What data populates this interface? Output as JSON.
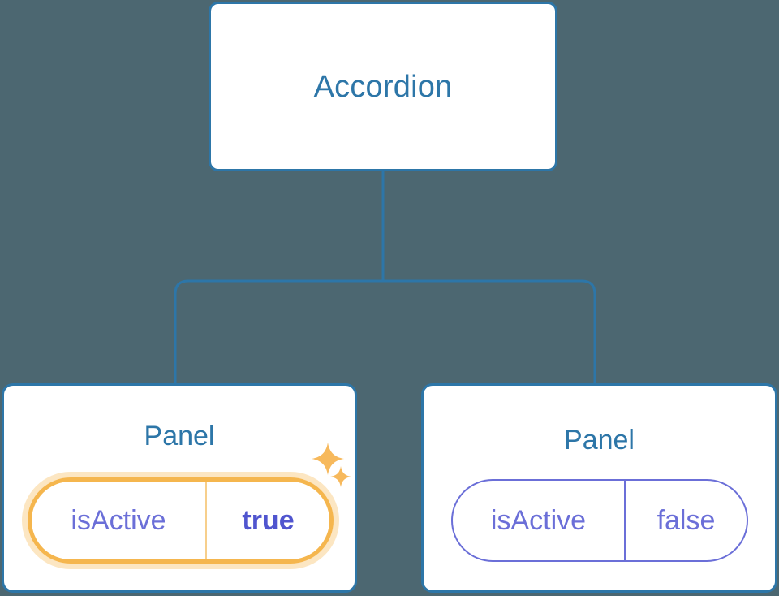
{
  "diagram": {
    "type": "component-tree",
    "background_color": "#4c6771",
    "accent_color": "#2d76a8",
    "highlight_color": "#f5b64e",
    "prop_color": "#6b6fd8",
    "root": {
      "label": "Accordion"
    },
    "children": [
      {
        "label": "Panel",
        "highlighted": true,
        "prop": {
          "key": "isActive",
          "value": "true"
        },
        "sparkles": [
          "sparkle-large-icon",
          "sparkle-small-icon"
        ]
      },
      {
        "label": "Panel",
        "highlighted": false,
        "prop": {
          "key": "isActive",
          "value": "false"
        }
      }
    ],
    "edges": {
      "description": "root connects down to a horizontal branch bar that splits to both Panel nodes",
      "color": "#2d76a8"
    }
  }
}
